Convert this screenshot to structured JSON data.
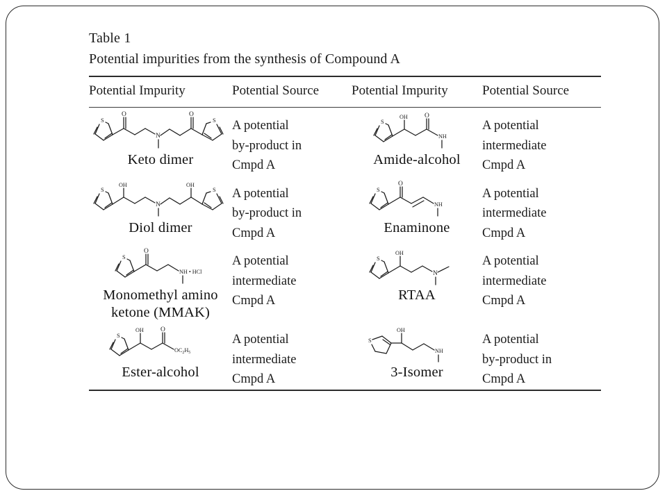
{
  "slide": {
    "background_color": "#ffffff",
    "frame_color": "#2b2b2b"
  },
  "table": {
    "title": "Table 1",
    "subtitle": "Potential impurities from the synthesis of Compound A",
    "headers": [
      "Potential Impurity",
      "Potential Source",
      "Potential Impurity",
      "Potential Source"
    ],
    "rows": [
      {
        "left_impurity_name": "Keto dimer",
        "left_source": "A potential\nby-product in\nCmpd A",
        "right_impurity_name": "Amide-alcohol",
        "right_source": "A potential\nintermediate\nCmpd A"
      },
      {
        "left_impurity_name": "Diol dimer",
        "left_source": "A potential\nby-product in\nCmpd A",
        "right_impurity_name": "Enaminone",
        "right_source": "A potential\nintermediate\nCmpd A"
      },
      {
        "left_impurity_name": "Monomethyl amino\nketone (MMAK)",
        "left_source": "A potential\nintermediate\nCmpd A",
        "right_impurity_name": "RTAA",
        "right_source": "A potential\nintermediate\nCmpd A"
      },
      {
        "left_impurity_name": "Ester-alcohol",
        "left_source": "A potential\nintermediate\nCmpd A",
        "right_impurity_name": "3-Isomer",
        "right_source": "A potential\nby-product in\nCmpd A"
      }
    ],
    "structure_labels": {
      "sulfur": "S",
      "oxygen": "O",
      "hydroxyl": "OH",
      "nitrogen": "N",
      "amine_nh": "NH",
      "hydrochloride": "NH • HCl",
      "ethyl_ester": "OC2H5"
    }
  }
}
